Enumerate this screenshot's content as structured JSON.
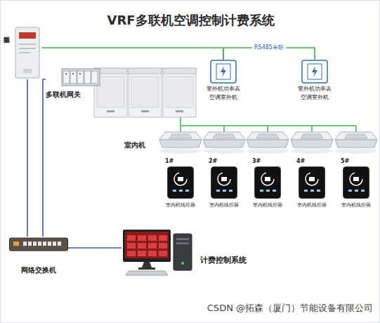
{
  "diagram": {
    "title": "VRF多联机空调控制计费系统",
    "nodes": [
      {
        "text": [
          "数据采集器"
        ]
      },
      {
        "text": [
          "多联机网关"
        ]
      },
      {
        "text": [
          "室外机功率表",
          "空调室外机"
        ]
      },
      {
        "text": [
          "室外机功率表",
          "空调室外机"
        ]
      },
      {
        "text": [
          "1#",
          "室内机线控器"
        ]
      },
      {
        "text": [
          "2#",
          "室内机线控器"
        ]
      },
      {
        "text": [
          "3#",
          "室内机线控器"
        ]
      },
      {
        "text": [
          "4#",
          "室内机线控器"
        ]
      },
      {
        "text": [
          "5#",
          "室内机线控器"
        ]
      },
      {
        "text": [
          "网络交换机"
        ]
      },
      {
        "text": [
          "计费控制系统"
        ]
      }
    ],
    "edges": [
      {
        "from": 0,
        "to": 2,
        "arrow": "none"
      },
      {
        "from": 2,
        "to": 3,
        "label": "RS485串联",
        "arrow": "none"
      },
      {
        "from": 0,
        "to": 9,
        "arrow": "none"
      },
      {
        "from": 1,
        "to": 9,
        "arrow": "none"
      },
      {
        "from": 9,
        "to": 10,
        "arrow": "none"
      }
    ],
    "labels": [
      "室内机",
      "CSDN @拓森（厦门）节能设备有限公司"
    ]
  }
}
